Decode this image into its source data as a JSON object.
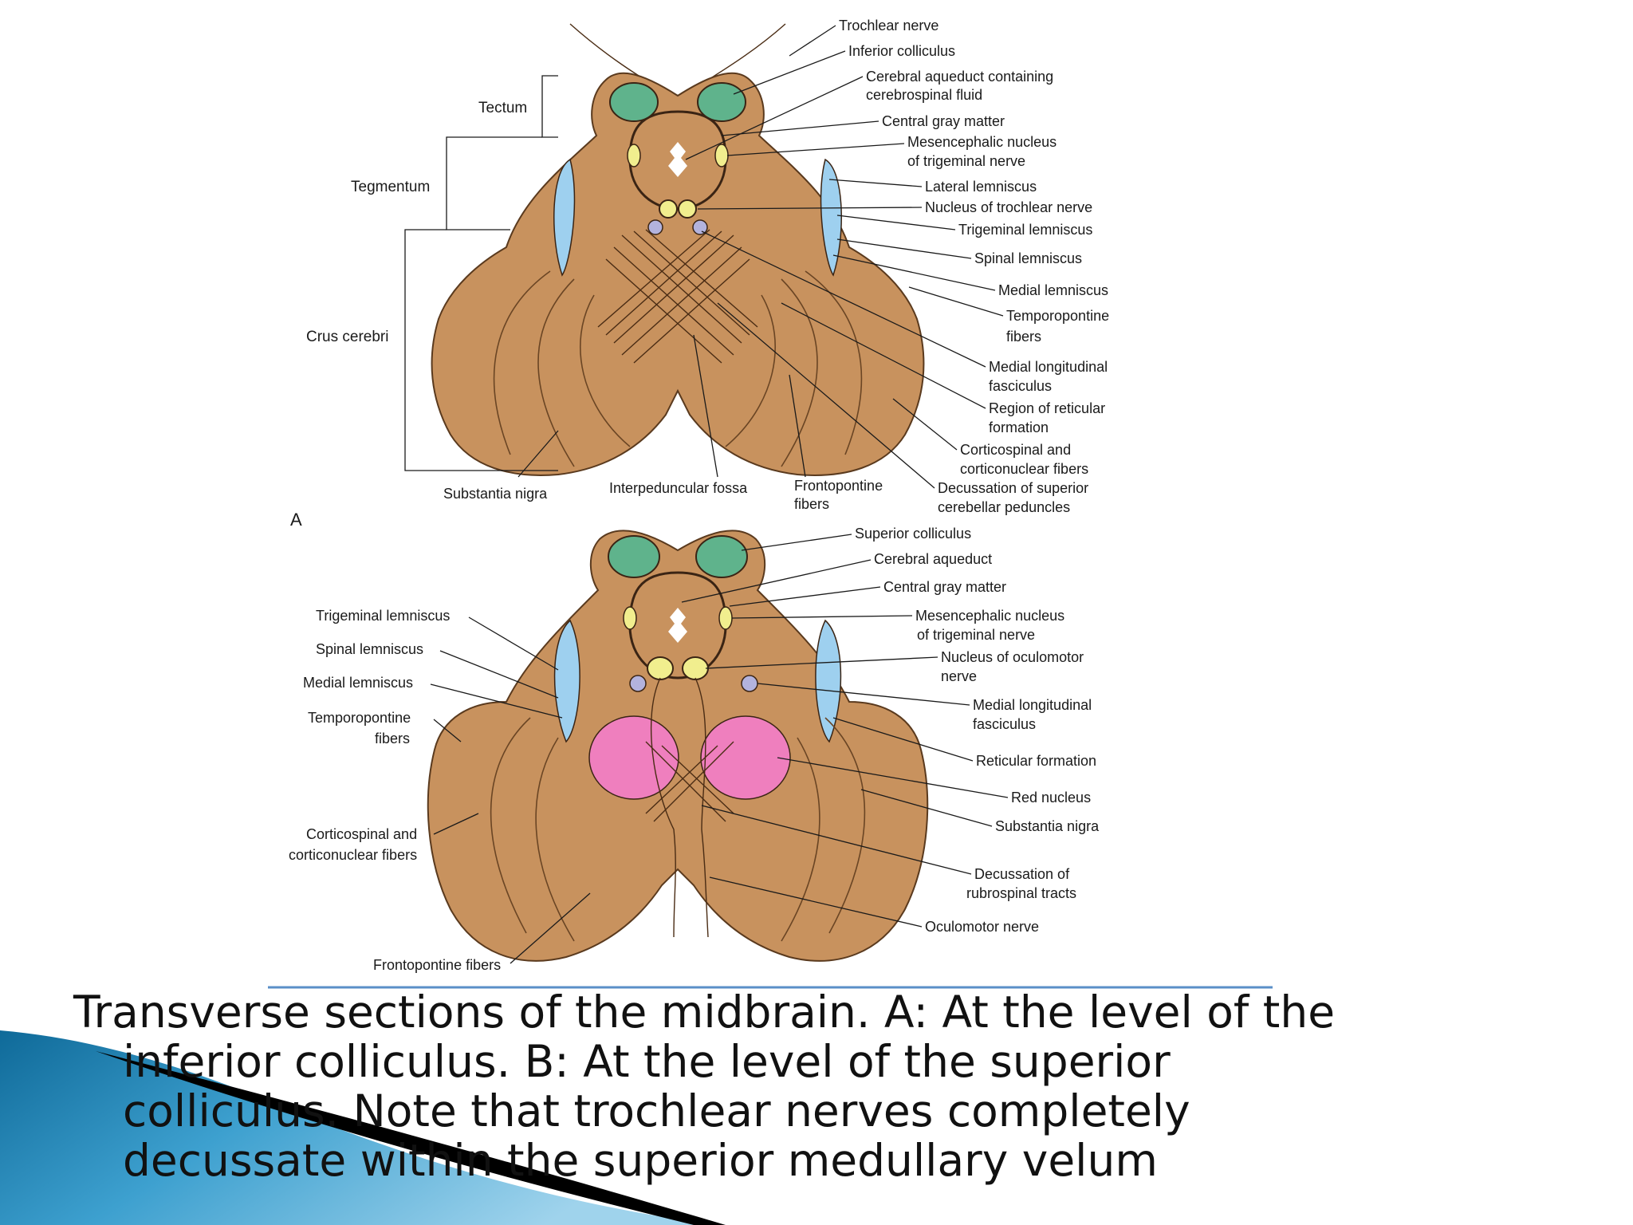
{
  "figure": {
    "panel_a": {
      "letter": "A",
      "bracket_labels": {
        "tectum": "Tectum",
        "tegmentum": "Tegmentum",
        "crus_cerebri": "Crus cerebri"
      },
      "bottom_labels": {
        "substantia_nigra": "Substantia nigra",
        "interpeduncular_fossa": "Interpeduncular fossa",
        "frontopontine_1": "Frontopontine",
        "frontopontine_2": "fibers"
      },
      "right_labels": [
        "Trochlear nerve",
        "Inferior colliculus",
        "Cerebral aqueduct containing",
        "cerebrospinal fluid",
        "Central gray matter",
        "Mesencephalic nucleus",
        "of trigeminal nerve",
        "Lateral lemniscus",
        "Nucleus of trochlear nerve",
        "Trigeminal lemniscus",
        "Spinal lemniscus",
        "Medial lemniscus",
        "Temporopontine",
        "fibers",
        "Medial longitudinal",
        "fasciculus",
        "Region of reticular",
        "formation",
        "Corticospinal and",
        "corticonuclear fibers",
        "Decussation of superior",
        "cerebellar peduncles"
      ]
    },
    "panel_b": {
      "left_labels": [
        "Trigeminal lemniscus",
        "Spinal lemniscus",
        "Medial lemniscus",
        "Temporopontine",
        "fibers",
        "Corticospinal and",
        "corticonuclear fibers",
        "Frontopontine fibers"
      ],
      "right_labels": [
        "Superior colliculus",
        "Cerebral aqueduct",
        "Central gray matter",
        "Mesencephalic nucleus",
        "of trigeminal nerve",
        "Nucleus of oculomotor",
        "nerve",
        "Medial longitudinal",
        "fasciculus",
        "Reticular formation",
        "Red nucleus",
        "Substantia nigra",
        "Decussation of",
        "rubrospinal tracts",
        "Oculomotor nerve"
      ]
    },
    "colors": {
      "tissue": "#c8925e",
      "colliculus": "#5fb38c",
      "lemniscus": "#9ed0ef",
      "nucleus": "#f1ee8e",
      "mlf": "#b3b3dd",
      "red_nucleus": "#ef7fbe",
      "caption_rule": "#5a8fc8"
    }
  },
  "caption": {
    "lines": [
      "Transverse sections of the midbrain. A: At the level of the",
      "inferior colliculus. B: At the level of the superior",
      "colliculus. Note that trochlear nerves completely",
      "decussate within the superior medullary velum"
    ]
  },
  "decoration": {
    "swoosh_colors": [
      "#0f6a99",
      "#3da0cf",
      "#9fd3ec",
      "#000000"
    ]
  }
}
